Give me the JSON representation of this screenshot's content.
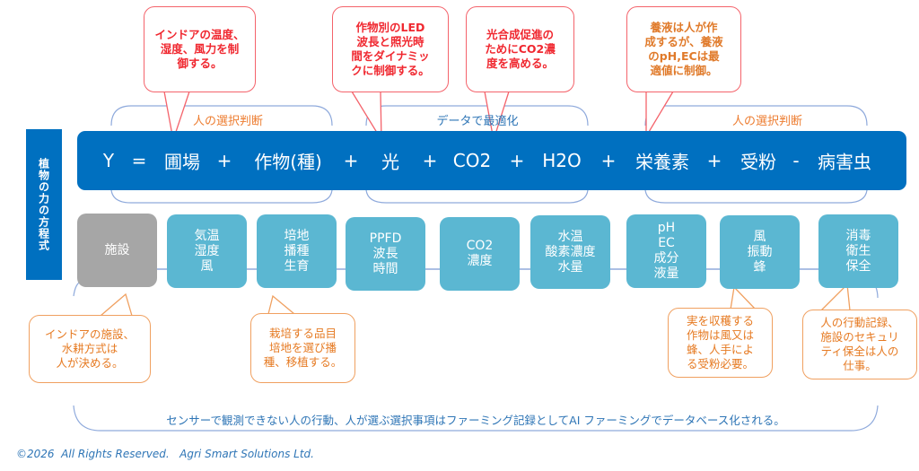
{
  "side_label": "植物の力の方程式",
  "equation": {
    "terms": [
      "Y",
      "=",
      "圃場",
      "+",
      "作物(種)",
      "+",
      "光",
      "+",
      "CO2",
      "+",
      "H2O",
      "+",
      "栄養素",
      "+",
      "受粉",
      "-",
      "病害虫"
    ]
  },
  "groups": [
    {
      "label": "人の選択判断"
    },
    {
      "label": "データで最適化"
    },
    {
      "label": "人の選択判断"
    }
  ],
  "factor_boxes": [
    {
      "text": "施設"
    },
    {
      "text": "気温\n湿度\n風"
    },
    {
      "text": "培地\n播種\n生育"
    },
    {
      "text": "PPFD\n波長\n時間"
    },
    {
      "text": "CO2\n濃度"
    },
    {
      "text": "水温\n酸素濃度\n水量"
    },
    {
      "text": "pH\nEC\n成分\n液量"
    },
    {
      "text": "風\n振動\n蜂"
    },
    {
      "text": "消毒\n衛生\n保全"
    }
  ],
  "top_callouts": [
    {
      "text": "インドアの温度、\n湿度、風力を制\n御する。"
    },
    {
      "text": "作物別のLED\n波長と照光時\n間をダイナミッ\nクに制御する。"
    },
    {
      "text": "光合成促進の\nためにCO2濃\n度を高める。"
    },
    {
      "text": "養液は人が作\n成するが、養液\nのpH,ECは最\n適値に制御。"
    }
  ],
  "bottom_callouts": [
    {
      "text": "インドアの施設、\n水耕方式は\n人が決める。"
    },
    {
      "text": "栽培する品目\n培地を選び播\n種、移植する。"
    },
    {
      "text": "実を収穫する\n作物は風又は\n蜂、人手によ\nる受粉必要。"
    },
    {
      "text": "人の行動記録、\n施設のセキュリ\nティ保全は人の\n仕事。"
    }
  ],
  "bottom_note": "センサーで観測できない人の行動、人が選ぶ選択事項はファーミング記録としてAI ファーミングでデータベース化される。",
  "footer": "©2026  All Rights Reserved.   Agri Smart Solutions Ltd.",
  "colors": {
    "primary": "#0070C0",
    "box": "#5BB7D2",
    "gray_box": "#A6A6A6",
    "red": "#F02830",
    "orange": "#E67A22"
  }
}
